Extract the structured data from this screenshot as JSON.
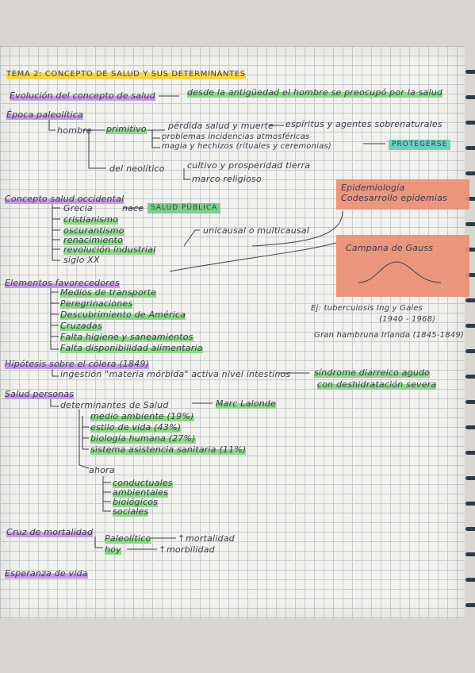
{
  "title": "TEMA 2: CONCEPTO DE SALUD Y SUS DETERMINANTES",
  "evolucion": {
    "label": "Evolución del concepto de salud",
    "text": "desde la antigüedad el hombre se preocupó por la salud"
  },
  "paleolitica": {
    "label": "Época paleolítica",
    "hombre": "hombre",
    "primitivo": "primitivo",
    "items": [
      "pérdida salud y muerte",
      "problemas incidencias atmosféricas",
      "magia y hechizos (rituales y ceremonias)"
    ],
    "espiritus": "espíritus y agentes sobrenaturales",
    "protegerse": "PROTEGERSE",
    "neolitico": "del neolítico",
    "neo_items": [
      "cultivo y prosperidad tierra",
      "marco religioso"
    ]
  },
  "occidental": {
    "label": "Concepto salud occidental",
    "grecia": "Grecia",
    "nace": "nace",
    "salud_publica": "SALUD PÚBLICA",
    "items": [
      "cristianismo",
      "oscurantismo",
      "renacimiento",
      "revolución industrial",
      "siglo XX"
    ],
    "multicausal": "unicausal o multicausal"
  },
  "epidemiologia": {
    "line1": "Epidemiología",
    "line2": "Codesarrollo epidemias",
    "campana": "Campana de Gauss"
  },
  "elementos": {
    "label": "Elementos favorecedores",
    "items": [
      "Medios de transporte",
      "Peregrinaciones",
      "Descubrimiento de América",
      "Cruzadas",
      "Falta higiene y saneamientos",
      "Falta disponibilidad alimentaria"
    ]
  },
  "ejemplos": {
    "ej1": "Ej: tuberculosis Ing y Gales",
    "ej1_years": "(1940 - 1968)",
    "ej2": "Gran hambruna Irlanda (1845-1849)"
  },
  "colera": {
    "label": "Hipótesis sobre el cólera (1849)",
    "text": "ingestión \"materia mórbida\" activa nivel intestinos",
    "sindrome1": "síndrome diarreico agudo",
    "sindrome2": "con deshidratación severa"
  },
  "personas": {
    "label": "Salud personas",
    "determinantes": "determinantes de Salud",
    "marc": "Marc Lalonde",
    "items": [
      "medio ambiente (19%)",
      "estilo de vida (43%)",
      "biología humana (27%)",
      "sistema asistencia sanitaria (11%)"
    ],
    "ahora": "ahora",
    "ahora_items": [
      "conductuales",
      "ambientales",
      "biológicos",
      "sociales"
    ]
  },
  "cruz": {
    "label": "Cruz de mortalidad",
    "paleolitico": "Paleolítico",
    "mortalidad": "mortalidad",
    "hoy": "hoy",
    "morbilidad": "morbilidad"
  },
  "esperanza": {
    "label": "Esperanza de vida"
  },
  "colors": {
    "highlight_yellow": "#f5d64a",
    "highlight_green": "#8fd88a",
    "highlight_purple": "#c59ae6",
    "box_salmon": "#ec8e73",
    "box_teal": "#6ccfbd"
  }
}
